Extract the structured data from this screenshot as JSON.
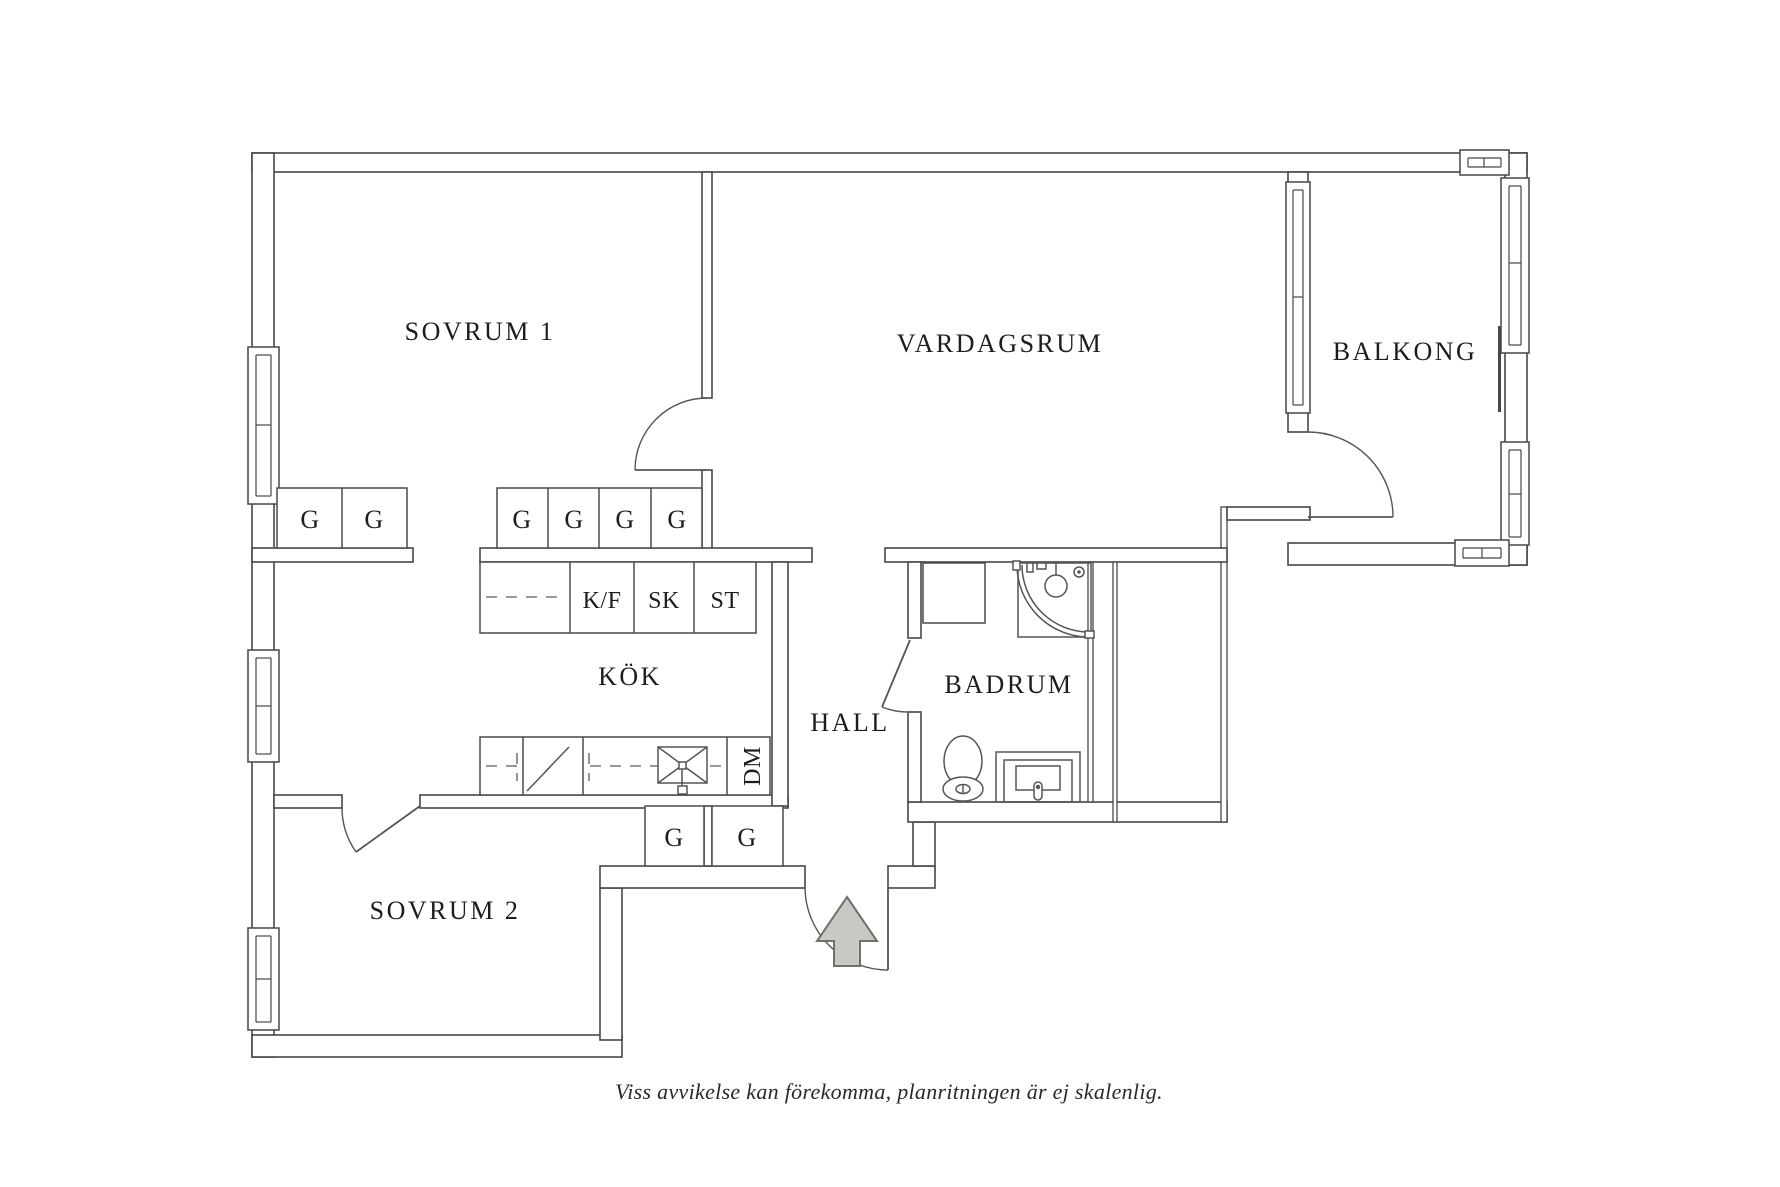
{
  "plan": {
    "rooms": {
      "sovrum1": "SOVRUM 1",
      "vardagsrum": "VARDAGSRUM",
      "balkong": "BALKONG",
      "kok": "KÖK",
      "hall": "HALL",
      "badrum": "BADRUM",
      "sovrum2": "SOVRUM 2"
    },
    "cabinet_labels": {
      "wardrobe": "G",
      "fridge_freezer": "K/F",
      "cabinet": "SK",
      "cleaning": "ST",
      "dishwasher": "DM"
    },
    "caption": "Viss avvikelse kan förekomma, planritningen är ej skalenlig.",
    "colors": {
      "background": "#ffffff",
      "wall_line": "#474747",
      "fixture_line": "#555555",
      "text": "#1d1d1d",
      "arrow_fill": "#c9c8c3",
      "arrow_outline": "#70706c"
    }
  }
}
